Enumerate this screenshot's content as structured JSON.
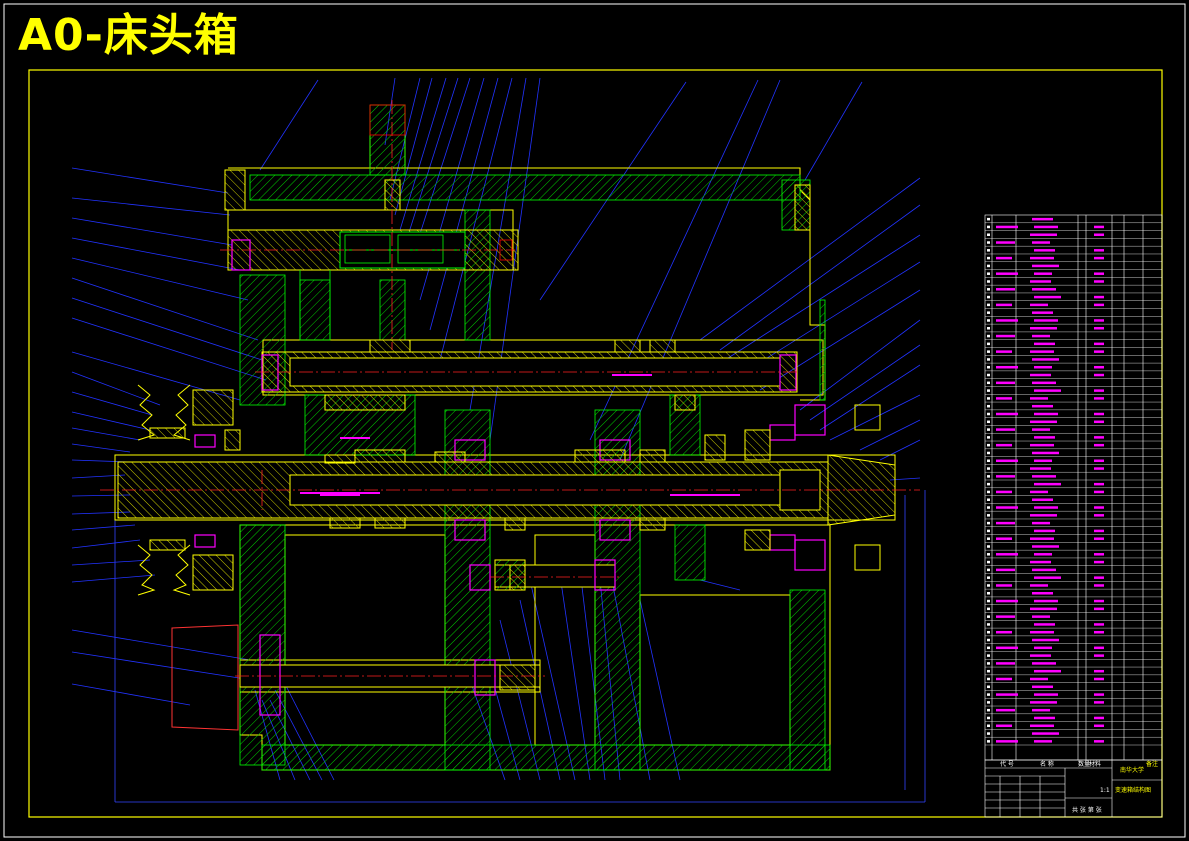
{
  "drawing": {
    "title": "A0-床头箱",
    "colors": {
      "background": "#000000",
      "frame": "#ffff00",
      "leaders": "#0000ff",
      "hatch": "#00ff00",
      "centerline": "#ff0000",
      "bearings": "#ff00ff",
      "text": "#ffffff"
    }
  },
  "title_block": {
    "header_code": "代 号",
    "header_name": "名 称",
    "header_qty": "数量",
    "header_material": "材料",
    "header_note": "备注",
    "school": "南华大学",
    "drawing_name": "变速箱结构图",
    "scale": "1:1",
    "sheet": "共 张 第 张"
  }
}
